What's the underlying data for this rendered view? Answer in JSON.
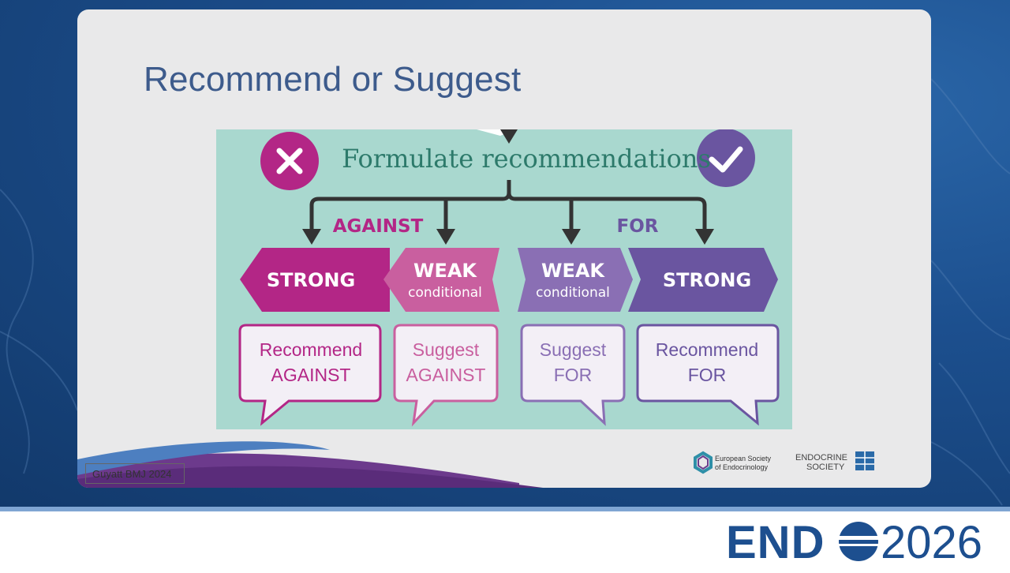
{
  "slide": {
    "title": "Recommend or Suggest",
    "citation": "Guyatt BMJ 2024"
  },
  "diagram": {
    "heading": "Formulate recommendations",
    "against_label": "AGAINST",
    "for_label": "FOR",
    "boxes": [
      {
        "strength": "STRONG",
        "sub": "",
        "bubble_line1": "Recommend",
        "bubble_line2": "AGAINST"
      },
      {
        "strength": "WEAK",
        "sub": "conditional",
        "bubble_line1": "Suggest",
        "bubble_line2": "AGAINST"
      },
      {
        "strength": "WEAK",
        "sub": "conditional",
        "bubble_line1": "Suggest",
        "bubble_line2": "FOR"
      },
      {
        "strength": "STRONG",
        "sub": "",
        "bubble_line1": "Recommend",
        "bubble_line2": "FOR"
      }
    ],
    "colors": {
      "background": "#a9d8cf",
      "strong_against": "#b32686",
      "weak_against": "#c95f9f",
      "weak_for": "#8a6fb4",
      "strong_for": "#6a55a0",
      "heading": "#2d7a6b",
      "arrow": "#333333"
    }
  },
  "logos": {
    "ese_line1": "European Society",
    "ese_line2": "of Endocrinology",
    "es_line1": "ENDOCRINE",
    "es_line2": "SOCIETY",
    "endo_text": "END",
    "endo_year": "2026"
  }
}
